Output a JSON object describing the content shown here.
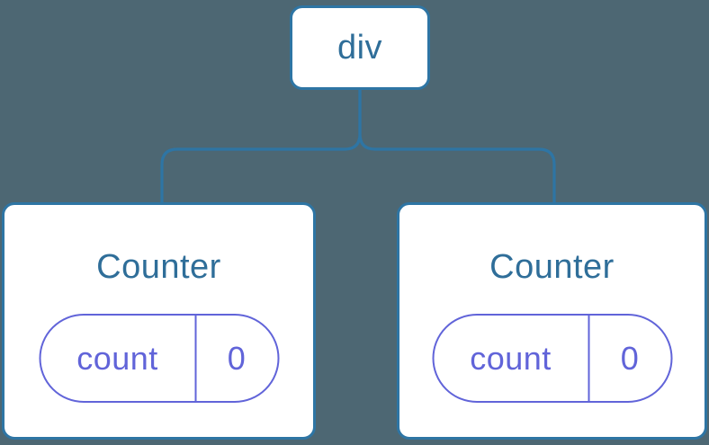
{
  "diagram": {
    "type": "component-tree",
    "root": {
      "label": "div"
    },
    "children": [
      {
        "title": "Counter",
        "state": [
          {
            "key": "count",
            "value": "0"
          }
        ]
      },
      {
        "title": "Counter",
        "state": [
          {
            "key": "count",
            "value": "0"
          }
        ]
      }
    ],
    "colors": {
      "background": "#4d6773",
      "node_border_blue": "#2e75a4",
      "node_text_blue": "#2f6e99",
      "state_purple": "#6164d9",
      "node_background": "#ffffff"
    }
  }
}
